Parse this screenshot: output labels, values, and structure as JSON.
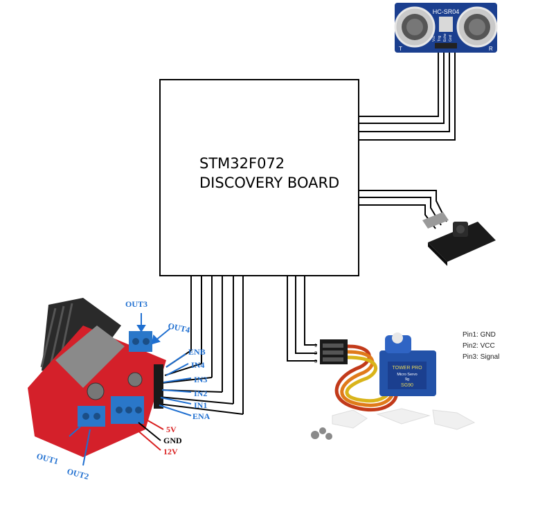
{
  "mcu": {
    "line1": "STM32F072",
    "line2": "DISCOVERY BOARD"
  },
  "ultrasonic": {
    "model": "HC-SR04",
    "corner_left": "T",
    "corner_right": "R",
    "pins": [
      "Vcc",
      "Trig",
      "Echo",
      "Gnd"
    ],
    "board_color": "#1b3f8f"
  },
  "ir_receiver": {
    "board_color": "#1a1a1a"
  },
  "servo": {
    "brand": "TOWER PRO",
    "model_line": "Micro Servo",
    "weight": "9g",
    "model": "SG90",
    "connector_pins": [
      "1",
      "2",
      "3"
    ],
    "pin_notes": [
      "Pin1: GND",
      "Pin2: VCC",
      "Pin3: Signal"
    ],
    "body_color": "#2352a8"
  },
  "motor_driver": {
    "board_color": "#d4202a",
    "terminal_color": "#2a77c9",
    "pin_labels": [
      "ENB",
      "IN4",
      "IN3",
      "IN2",
      "IN1",
      "ENA"
    ],
    "outputs": [
      "OUT3",
      "OUT4",
      "OUT1",
      "OUT2"
    ],
    "power_labels": [
      "5V",
      "GND",
      "12V"
    ],
    "label_color": "#1f6fd0",
    "power_color": "#d91f1f"
  }
}
